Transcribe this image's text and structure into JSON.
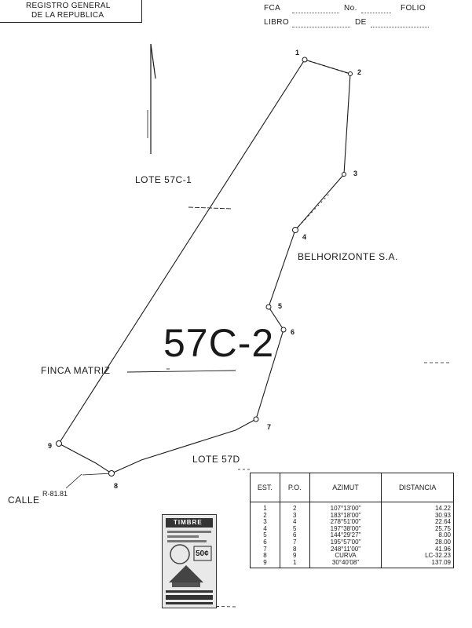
{
  "registry": {
    "line1": "REGISTRO GENERAL",
    "line2": "DE LA REPUBLICA"
  },
  "header": {
    "finca_label": "FCA",
    "no_label": "No.",
    "folio_label": "FOLIO",
    "libro_label": "LIBRO",
    "de_label": "DE"
  },
  "plan": {
    "lote_north": "LOTE 57C-1",
    "neighbor_east": "BELHORIZONTE S.A.",
    "lot_id": "57C-2",
    "finca_matriz": "FINCA MATRIZ",
    "lote_south": "LOTE 57D",
    "calle": "CALLE",
    "calle_radius": "R-81.81",
    "points": [
      "1",
      "2",
      "3",
      "4",
      "5",
      "6",
      "7",
      "8",
      "9"
    ]
  },
  "table": {
    "headers": [
      "EST.",
      "P.O.",
      "AZIMUT",
      "DISTANCIA"
    ],
    "rows": [
      [
        "1",
        "2",
        "107°13'00\"",
        "14.22"
      ],
      [
        "2",
        "3",
        "183°18'00\"",
        "30.93"
      ],
      [
        "3",
        "4",
        "278°51'00\"",
        "22.64"
      ],
      [
        "4",
        "5",
        "197°38'00\"",
        "25.75"
      ],
      [
        "5",
        "6",
        "144°29'27\"",
        "8.00"
      ],
      [
        "6",
        "7",
        "195°57'00\"",
        "28.00"
      ],
      [
        "7",
        "8",
        "248°11'00\"",
        "41.96"
      ],
      [
        "8",
        "9",
        "CURVA",
        "LC-32.23"
      ],
      [
        "9",
        "1",
        "30°40'08\"",
        "137.09"
      ]
    ]
  },
  "stamp": {
    "value": "50¢",
    "text": "TIMBRE"
  }
}
